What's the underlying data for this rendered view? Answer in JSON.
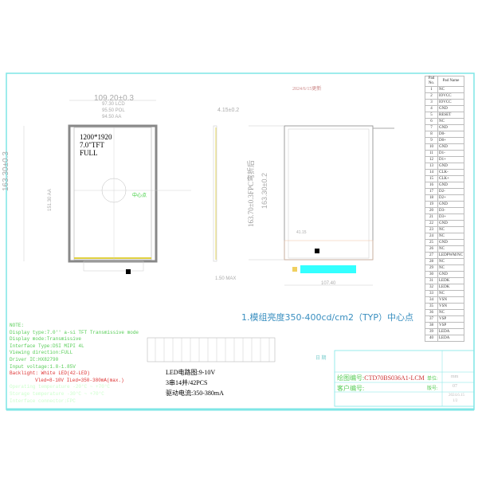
{
  "front_view": {
    "width_total": "109.20±0.3",
    "lcd": "97.30 LCD",
    "pol": "95.50 POL",
    "aa": "94.50 AA",
    "resolution": "1200*1920",
    "size": "7.0\"TFT",
    "view": "FULL",
    "height_total": "163.30±0.3",
    "aa_height": "151.30 AA",
    "center_label": "中心点"
  },
  "side_view": {
    "thickness": "4.15±0.2",
    "max": "1.50 MAX"
  },
  "back_view": {
    "update": "2024/6/15更新",
    "fpc_height": "163.70±0.3FPC弯折后",
    "height": "163.30±0.2",
    "width": "107.40",
    "offset": "41.15"
  },
  "brightness_note": "1.模组亮度350-400cd/cm2（TYP）中心点",
  "led": {
    "circuit": "LED电路图:9-10V",
    "config": "3串14并/42PCS",
    "current": "驱动电流:350-380mA"
  },
  "notes": {
    "title": "NOTE:",
    "lines": [
      "Display type:7.0'' a-si TFT Transmissive mode",
      "Display mode:Transmissive",
      "Interface Type:DSI MIPI 4L",
      "Viewing direction:FULL",
      "Driver IC:HX82790",
      "Input voltage:1.8-1.85V"
    ],
    "backlight": [
      "Backlight: White LED(42-LED)",
      "Vled=8-10V ILed=350-380mA(max.)"
    ],
    "faint": [
      "Operating temperature -20°C ~ +70°C",
      "Storage temperature -30°C ~ +70°C",
      "Interface connector:FPC"
    ]
  },
  "pin_table": {
    "headers": [
      "Pad No.",
      "Pad Name"
    ],
    "rows": [
      [
        "1",
        "NC"
      ],
      [
        "2",
        "IOVCC"
      ],
      [
        "3",
        "IOVCC"
      ],
      [
        "4",
        "GND"
      ],
      [
        "5",
        "RESET"
      ],
      [
        "6",
        "NC"
      ],
      [
        "7",
        "GND"
      ],
      [
        "8",
        "D0-"
      ],
      [
        "9",
        "D0+"
      ],
      [
        "10",
        "GND"
      ],
      [
        "11",
        "D1-"
      ],
      [
        "12",
        "D1+"
      ],
      [
        "13",
        "GND"
      ],
      [
        "14",
        "CLK-"
      ],
      [
        "15",
        "CLK+"
      ],
      [
        "16",
        "GND"
      ],
      [
        "17",
        "D2-"
      ],
      [
        "18",
        "D2+"
      ],
      [
        "19",
        "GND"
      ],
      [
        "20",
        "D3-"
      ],
      [
        "21",
        "D3+"
      ],
      [
        "22",
        "GND"
      ],
      [
        "23",
        "NC"
      ],
      [
        "24",
        "NC"
      ],
      [
        "25",
        "GND"
      ],
      [
        "26",
        "NC"
      ],
      [
        "27",
        "LEDPWM/NC"
      ],
      [
        "28",
        "NC"
      ],
      [
        "29",
        "NC"
      ],
      [
        "30",
        "GND"
      ],
      [
        "31",
        "LEDK"
      ],
      [
        "32",
        "LEDK"
      ],
      [
        "33",
        "NC"
      ],
      [
        "34",
        "VSN"
      ],
      [
        "35",
        "VSN"
      ],
      [
        "36",
        "NC"
      ],
      [
        "37",
        "VSP"
      ],
      [
        "38",
        "VSP"
      ],
      [
        "39",
        "LEDA"
      ],
      [
        "40",
        "LEDA"
      ]
    ]
  },
  "title_block": {
    "date_label": "日 期",
    "drawing_no_label": "绘图编号:",
    "drawing_no": "CTD70BS036A1-LCM",
    "customer_label": "客户编号:",
    "unit_label": "单位:",
    "unit": "mm",
    "version_label": "版号:",
    "version": "07",
    "date": "2024.6.15",
    "page": "1/2"
  }
}
